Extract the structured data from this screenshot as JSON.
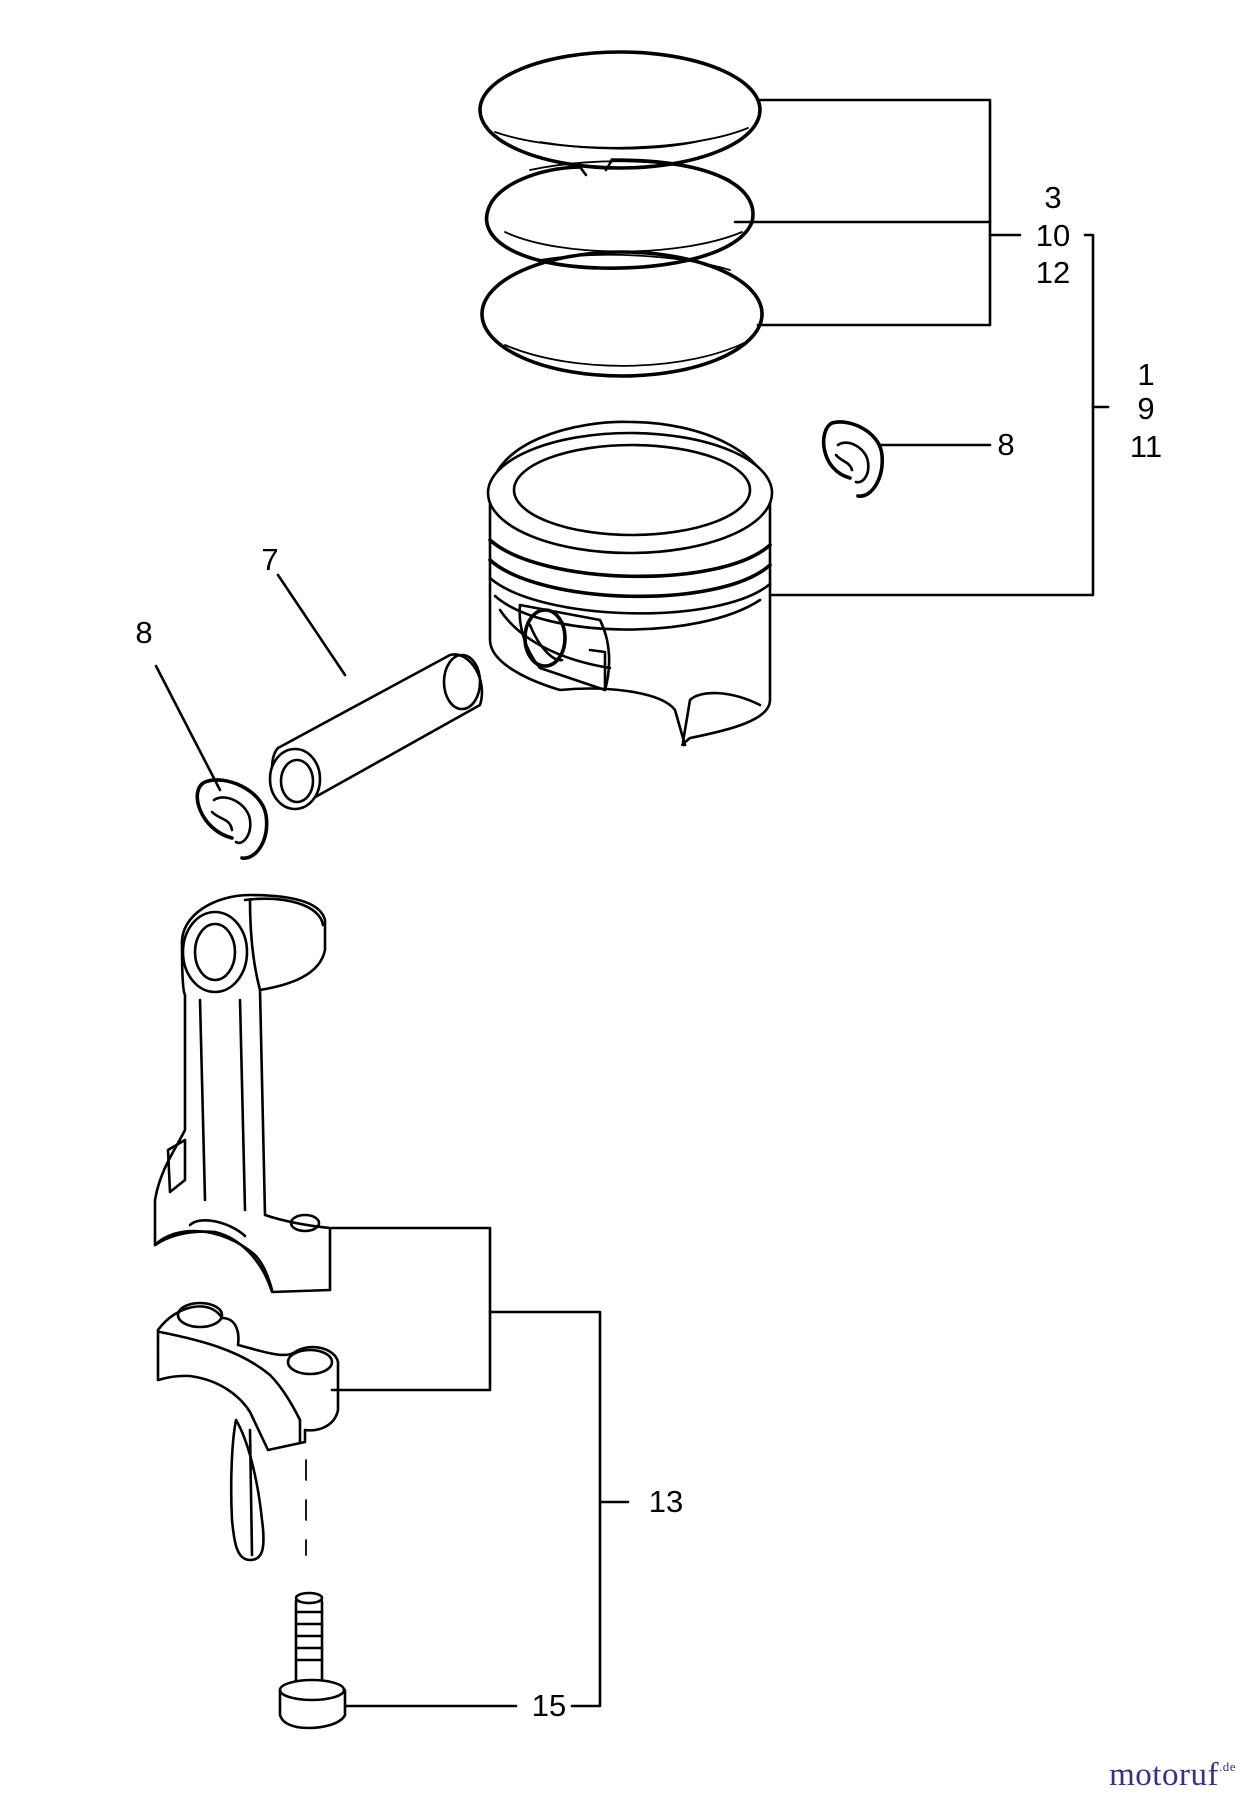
{
  "labels": {
    "rings_group": [
      "3",
      "10",
      "12"
    ],
    "piston_group": [
      "1",
      "9",
      "11"
    ],
    "circlip_right": "8",
    "pin": "7",
    "circlip_left": "8",
    "rod_assembly": "13",
    "bolt": "15"
  },
  "watermark": {
    "name": "motoruf",
    "suffix": ".de"
  }
}
